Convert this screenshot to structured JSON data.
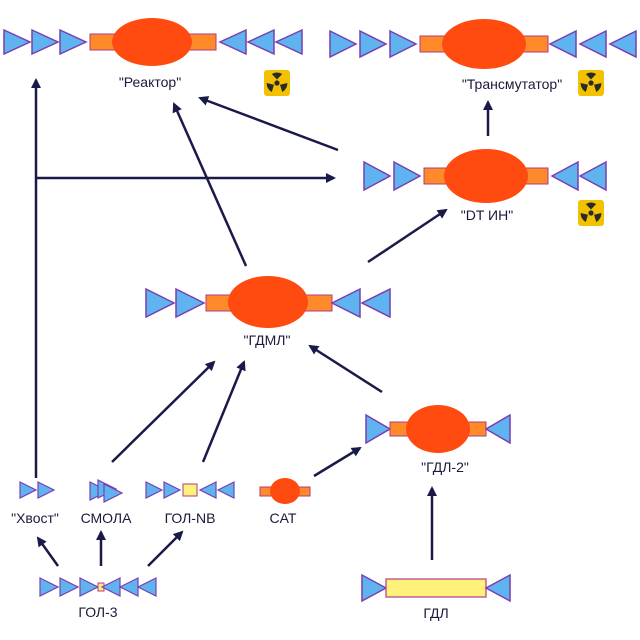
{
  "colors": {
    "triangle_fill": "#5fb4f0",
    "triangle_stroke": "#7a3fb0",
    "ellipse_fill": "#ff4a10",
    "bar_fill": "#ff8a2a",
    "bar_stroke": "#b03a8a",
    "yellow_fill": "#fff27a",
    "arrow": "#1a1a4a",
    "hazard_bg": "#f2c200",
    "hazard_icon": "#2a2a2a"
  },
  "devices": {
    "reactor": "\"Реактор\"",
    "transmutator": "\"Трансмутатор\"",
    "dt_in": "\"DT ИН\"",
    "gdml": "\"ГДМЛ\"",
    "gdl2": "\"ГДЛ-2\"",
    "khvost": "\"Хвост\"",
    "smola": "СМОЛА",
    "gol_nb": "ГОЛ-NB",
    "cat": "CAT",
    "gol3": "ГОЛ-3",
    "gdl": "ГДЛ"
  },
  "hazard_icons": [
    "radiation-icon",
    "radiation-icon",
    "radiation-icon"
  ]
}
